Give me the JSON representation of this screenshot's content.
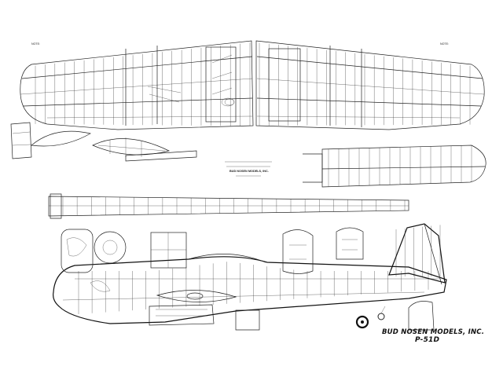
{
  "title_block": {
    "maker": "BUD NOSEN MODELS, INC.",
    "model": "P-51D"
  },
  "center_stamp": "BUD NOSEN MODELS, INC."
}
